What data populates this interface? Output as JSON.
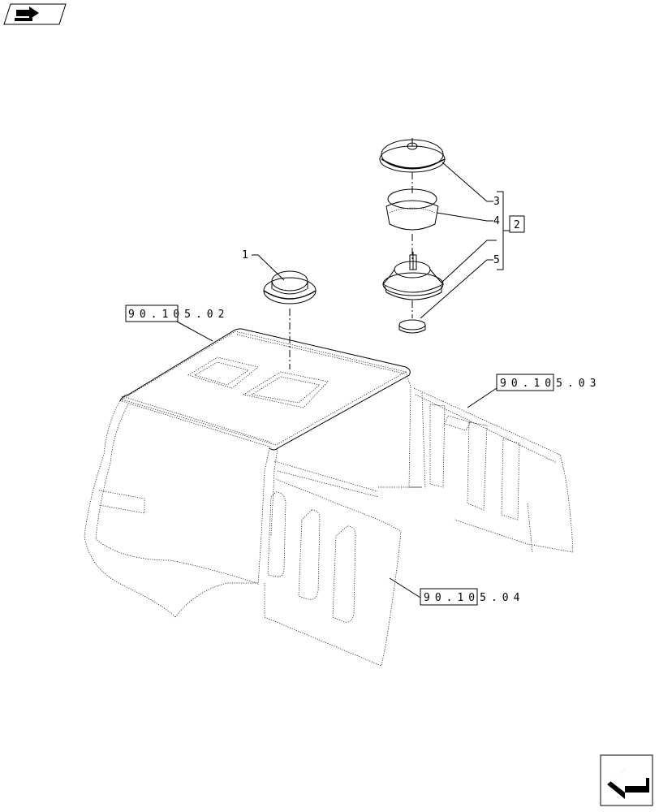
{
  "diagram": {
    "icons": {
      "top_left": "book-arrow-icon",
      "bottom_right": "next-page-arrow-icon"
    },
    "callouts": [
      {
        "id": "c1",
        "text": "1"
      },
      {
        "id": "c3",
        "text": "3"
      },
      {
        "id": "c4",
        "text": "4"
      },
      {
        "id": "c5",
        "text": "5"
      },
      {
        "id": "group",
        "text": "2"
      }
    ],
    "references": [
      {
        "id": "r02",
        "text": "90.105.02"
      },
      {
        "id": "r03",
        "text": "90.105.03"
      },
      {
        "id": "r04",
        "text": "90.105.04"
      }
    ]
  }
}
